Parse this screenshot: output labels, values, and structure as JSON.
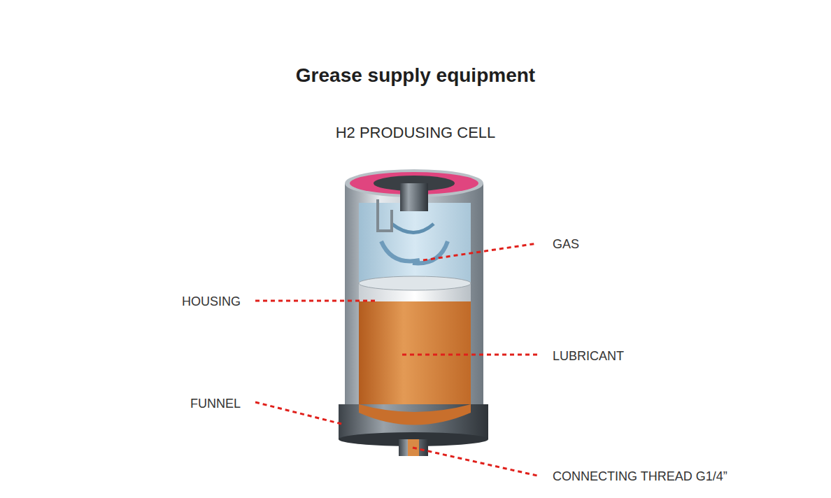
{
  "diagram": {
    "title": "Grease supply equipment",
    "labels": [
      "H2 PRODUSING CELL",
      "GAS",
      "HOUSING",
      "LUBRICANT",
      "FUNNEL",
      "CONNECTING THREAD G1/4”"
    ]
  }
}
